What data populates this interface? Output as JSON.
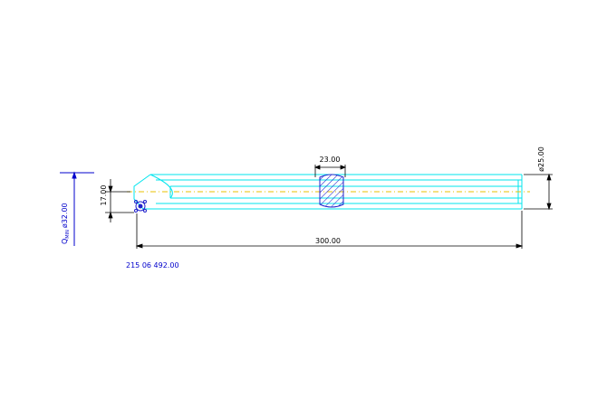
{
  "colors": {
    "outline": "#00e5ee",
    "centerline": "#e8c000",
    "dimension": "#000000",
    "hatch": "#2222cc",
    "annotation": "#0000cc",
    "background": "#ffffff"
  },
  "dimensions": {
    "slot_width": "23.00",
    "overall_length": "300.00",
    "diameter_right": "ø25.00",
    "offset_left": "17.00",
    "diameter_left": "ø32.00"
  },
  "labels": {
    "left_annotation_prefix": "Q",
    "left_annotation_sub": "MIN",
    "part_number": "215 06 492.00"
  }
}
